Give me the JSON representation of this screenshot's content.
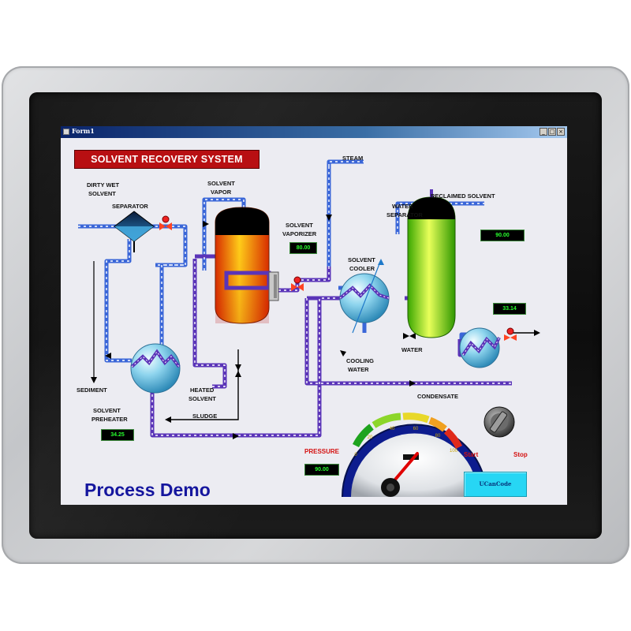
{
  "window": {
    "title": "Form1",
    "min": "_",
    "max": "□",
    "close": "×"
  },
  "banner": "SOLVENT RECOVERY SYSTEM",
  "labels": {
    "dirty_wet_solvent": "DIRTY WET",
    "dirty_wet_solvent_2": "SOLVENT",
    "separator": "SEPARATOR",
    "solvent_vapor": "SOLVENT",
    "solvent_vapor_2": "VAPOR",
    "steam": "STEAM",
    "solvent_vaporizer": "SOLVENT",
    "solvent_vaporizer_2": "VAPORIZER",
    "reclaimed_solvent": "RECLAIMED SOLVENT",
    "water_separator": "WATER",
    "water_separator_2": "SEPARATOR",
    "solvent_cooler": "SOLVENT",
    "solvent_cooler_2": "COOLER",
    "water": "WATER",
    "cooling_water": "COOLING",
    "cooling_water_2": "WATER",
    "sediment": "SEDIMENT",
    "heated_solvent": "HEATED",
    "heated_solvent_2": "SOLVENT",
    "condensate": "CONDENSATE",
    "solvent_preheater": "SOLVENT",
    "solvent_preheater_2": "PREHEATER",
    "sludge": "SLUDGE"
  },
  "readouts": {
    "vaporizer": "80.00",
    "reclaimed": "90.00",
    "cooler": "33.14",
    "preheater": "34.25",
    "pressure": "90.00"
  },
  "pressure_label": "PRESSURE",
  "gauge": {
    "ticks": [
      "0",
      "20",
      "40",
      "60",
      "80",
      "100"
    ],
    "value": 80
  },
  "switch": {
    "start": "Start",
    "stop": "Stop"
  },
  "button": {
    "label": "UCanCode"
  },
  "footer": "Process Demo",
  "colors": {
    "banner": "#b80f12",
    "pipe_blue": "#3a66d8",
    "pipe_purple": "#5a34b8",
    "display_text": "#28ff2e",
    "button": "#27d6f4"
  }
}
